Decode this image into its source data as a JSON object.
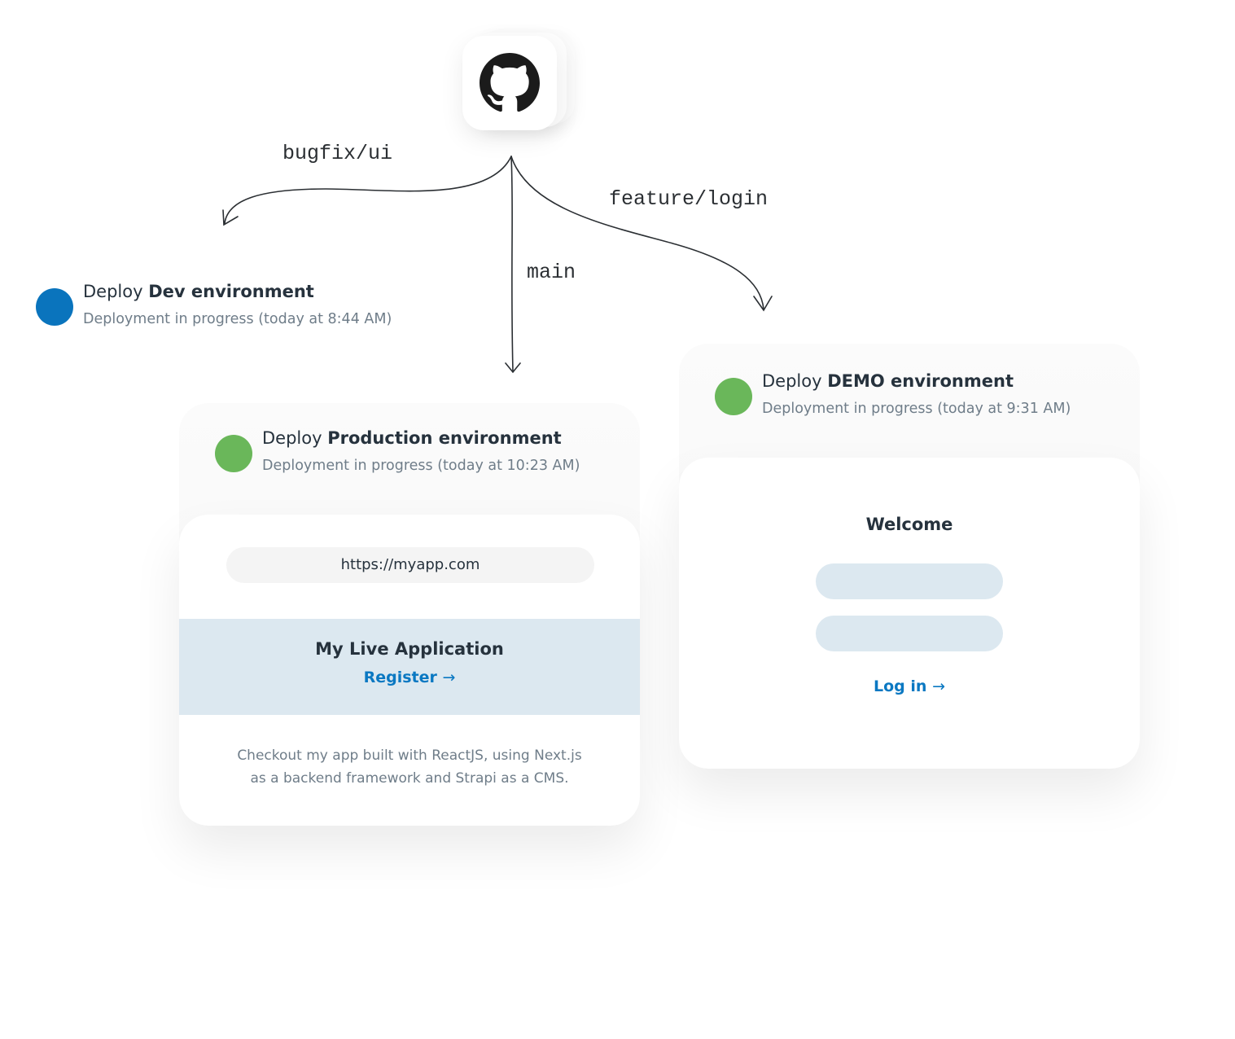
{
  "source": {
    "icon": "github-icon"
  },
  "branches": {
    "bugfix": "bugfix/ui",
    "main": "main",
    "feature": "feature/login"
  },
  "deployments": {
    "dev": {
      "prefix": "Deploy",
      "name": "Dev environment",
      "status": "Deployment in progress (today at 8:44 AM)",
      "color": "#0a74bd"
    },
    "production": {
      "prefix": "Deploy",
      "name": "Production environment",
      "status": "Deployment in progress (today at 10:23 AM)",
      "color": "#6ab75a"
    },
    "demo": {
      "prefix": "Deploy",
      "name": "DEMO environment",
      "status": "Deployment in progress (today at 9:31 AM)",
      "color": "#6ab75a"
    }
  },
  "production_preview": {
    "url": "https://myapp.com",
    "title": "My Live Application",
    "register_label": "Register",
    "arrow": "→",
    "description_line1": "Checkout my app built with ReactJS, using Next.js",
    "description_line2": "as a backend framework and Strapi as a CMS."
  },
  "demo_preview": {
    "title": "Welcome",
    "login_label": "Log in",
    "arrow": "→"
  }
}
